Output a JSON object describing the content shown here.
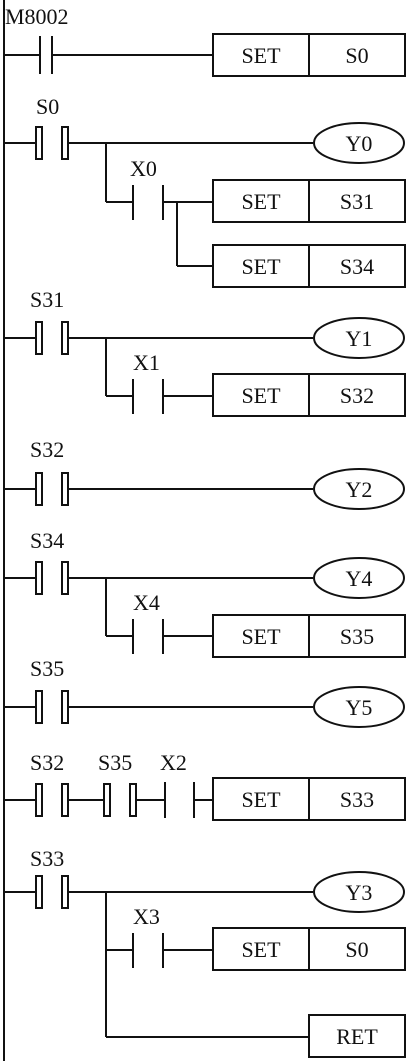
{
  "diagram": {
    "rungs": [
      {
        "contacts": [
          {
            "label": "M8002",
            "style": "single"
          }
        ],
        "output": {
          "kind": "box",
          "instruction": "SET",
          "operand": "S0"
        }
      },
      {
        "contacts": [
          {
            "label": "S0",
            "style": "double"
          }
        ],
        "output": {
          "kind": "coil",
          "operand": "Y0"
        },
        "branches": [
          {
            "contact": {
              "label": "X0",
              "style": "single"
            },
            "output": {
              "kind": "box",
              "instruction": "SET",
              "operand": "S31"
            }
          },
          {
            "output": {
              "kind": "box",
              "instruction": "SET",
              "operand": "S34"
            }
          }
        ]
      },
      {
        "contacts": [
          {
            "label": "S31",
            "style": "double"
          }
        ],
        "output": {
          "kind": "coil",
          "operand": "Y1"
        },
        "branches": [
          {
            "contact": {
              "label": "X1",
              "style": "single"
            },
            "output": {
              "kind": "box",
              "instruction": "SET",
              "operand": "S32"
            }
          }
        ]
      },
      {
        "contacts": [
          {
            "label": "S32",
            "style": "double"
          }
        ],
        "output": {
          "kind": "coil",
          "operand": "Y2"
        }
      },
      {
        "contacts": [
          {
            "label": "S34",
            "style": "double"
          }
        ],
        "output": {
          "kind": "coil",
          "operand": "Y4"
        },
        "branches": [
          {
            "contact": {
              "label": "X4",
              "style": "single"
            },
            "output": {
              "kind": "box",
              "instruction": "SET",
              "operand": "S35"
            }
          }
        ]
      },
      {
        "contacts": [
          {
            "label": "S35",
            "style": "double"
          }
        ],
        "output": {
          "kind": "coil",
          "operand": "Y5"
        }
      },
      {
        "contacts": [
          {
            "label": "S32",
            "style": "double"
          },
          {
            "label": "S35",
            "style": "double"
          },
          {
            "label": "X2",
            "style": "single"
          }
        ],
        "output": {
          "kind": "box",
          "instruction": "SET",
          "operand": "S33"
        }
      },
      {
        "contacts": [
          {
            "label": "S33",
            "style": "double"
          }
        ],
        "output": {
          "kind": "coil",
          "operand": "Y3"
        },
        "branches": [
          {
            "contact": {
              "label": "X3",
              "style": "single"
            },
            "output": {
              "kind": "box",
              "instruction": "SET",
              "operand": "S0"
            }
          },
          {
            "output": {
              "kind": "box-single",
              "instruction": "RET"
            }
          }
        ]
      }
    ]
  }
}
